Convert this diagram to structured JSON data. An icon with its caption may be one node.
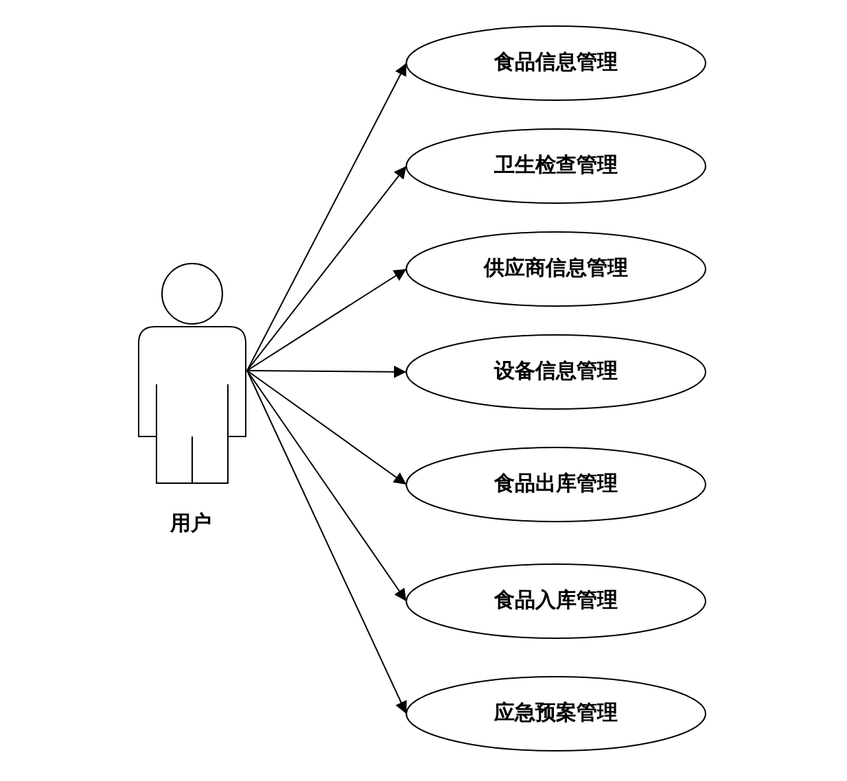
{
  "diagram": {
    "nodes": [
      {
        "text": [
          "用户"
        ]
      },
      {
        "text": [
          "食品信息管理"
        ]
      },
      {
        "text": [
          "卫生检查管理"
        ]
      },
      {
        "text": [
          "供应商信息管理"
        ]
      },
      {
        "text": [
          "设备信息管理"
        ]
      },
      {
        "text": [
          "食品出库管理"
        ]
      },
      {
        "text": [
          "食品入库管理"
        ]
      },
      {
        "text": [
          "应急预案管理"
        ]
      }
    ],
    "edges": [
      {
        "from": 0,
        "to": 1,
        "arrow": "to"
      },
      {
        "from": 0,
        "to": 2,
        "arrow": "to"
      },
      {
        "from": 0,
        "to": 3,
        "arrow": "to"
      },
      {
        "from": 0,
        "to": 4,
        "arrow": "to"
      },
      {
        "from": 0,
        "to": 5,
        "arrow": "to"
      },
      {
        "from": 0,
        "to": 6,
        "arrow": "to"
      },
      {
        "from": 0,
        "to": 7,
        "arrow": "to"
      }
    ]
  }
}
